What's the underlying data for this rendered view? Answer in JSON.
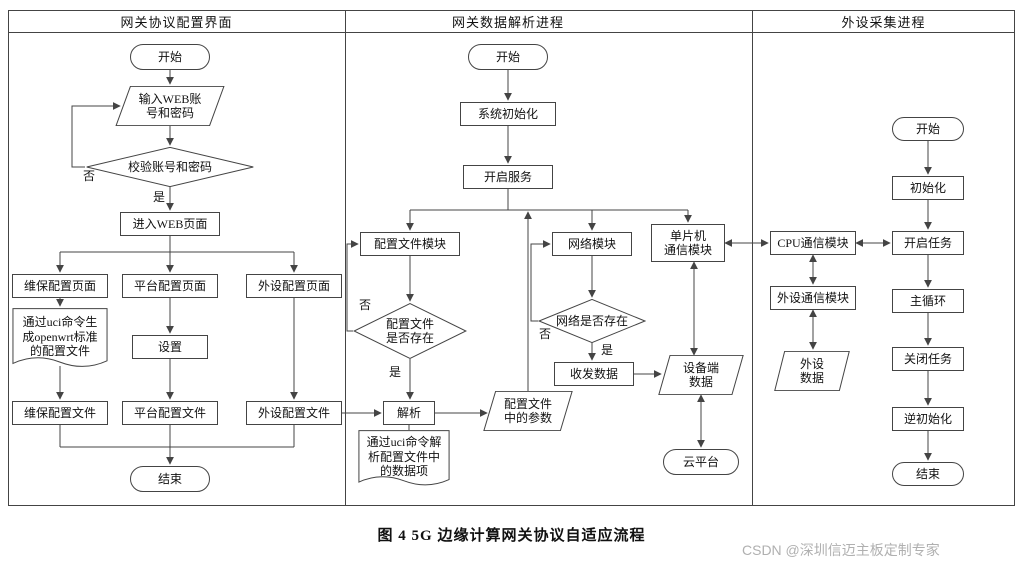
{
  "lanes": {
    "config_ui": "网关协议配置界面",
    "parse_process": "网关数据解析进程",
    "peripheral_process": "外设采集进程"
  },
  "nodes": {
    "l1_start": "开始",
    "l1_input_credentials": "输入WEB账\n号和密码",
    "l1_verify": "校验账号和密码",
    "l1_enter_web": "进入WEB页面",
    "l1_page_maint": "维保配置页面",
    "l1_page_platform": "平台配置页面",
    "l1_page_peripheral": "外设配置页面",
    "l1_uci_generate": "通过uci命令生\n成openwrt标准\n的配置文件",
    "l1_settings": "设置",
    "l1_file_maint": "维保配置文件",
    "l1_file_platform": "平台配置文件",
    "l1_file_peripheral": "外设配置文件",
    "l1_end": "结束",
    "l2_start": "开始",
    "l2_sys_init": "系统初始化",
    "l2_start_service": "开启服务",
    "l2_config_module": "配置文件模块",
    "l2_network_module": "网络模块",
    "l2_mcu_module": "单片机\n通信模块",
    "l2_config_exists": "配置文件\n是否存在",
    "l2_parse": "解析",
    "l2_config_params": "配置文件\n中的参数",
    "l2_uci_parse": "通过uci命令解\n析配置文件中\n的数据项",
    "l2_network_exists": "网络是否存在",
    "l2_txrx": "收发数据",
    "l2_device_data": "设备端\n数据",
    "l2_cloud": "云平台",
    "l3_start": "开始",
    "l3_init": "初始化",
    "l3_open_task": "开启任务",
    "l3_main_loop": "主循环",
    "l3_close_task": "关闭任务",
    "l3_deinit": "逆初始化",
    "l3_end": "结束",
    "l3_cpu_module": "CPU通信模块",
    "l3_peri_module": "外设通信模块",
    "l3_peri_data": "外设\n数据"
  },
  "branch_labels": {
    "verify_no": "否",
    "verify_yes": "是",
    "config_no": "否",
    "config_yes": "是",
    "network_no": "否",
    "network_yes": "是"
  },
  "caption": "图 4  5G 边缘计算网关协议自适应流程",
  "watermark": "CSDN @深圳信迈主板定制专家",
  "colors": {
    "line": "#444444",
    "text": "#111111",
    "background": "#ffffff",
    "watermark": "#b0b0b0"
  }
}
